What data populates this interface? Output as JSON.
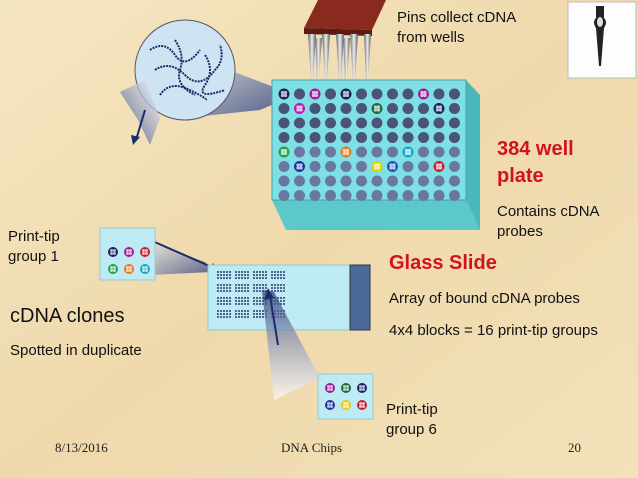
{
  "labels": {
    "pins": [
      "Pins collect cDNA",
      "from wells"
    ],
    "plate_title": [
      "384 well",
      "plate"
    ],
    "plate_desc": [
      "Contains cDNA",
      "probes"
    ],
    "glass_slide": "Glass Slide",
    "slide_desc_1": "Array of bound cDNA probes",
    "slide_desc_2": "4x4 blocks = 16 print-tip groups",
    "group1": [
      "Print-tip",
      "group 1"
    ],
    "group6": [
      "Print-tip",
      "group 6"
    ],
    "clones_title": "cDNA clones",
    "clones_desc": "Spotted in duplicate"
  },
  "footer": {
    "date": "8/13/2016",
    "title": "DNA Chips",
    "page": "20"
  },
  "colors": {
    "accent_red": "#d2131a",
    "plate": "#7ee0e4",
    "well": "#4a5378",
    "background": "#f2dfb6"
  },
  "icons": [
    "pin-head-icon",
    "magnifier-circle",
    "microarray-slide"
  ]
}
